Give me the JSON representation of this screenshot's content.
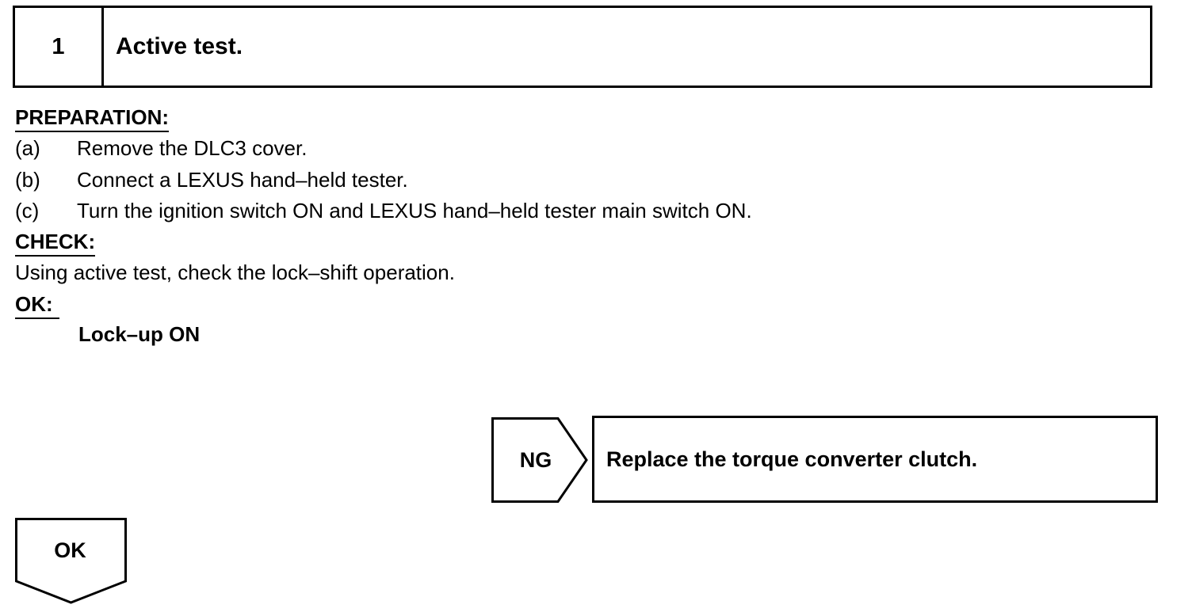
{
  "step": {
    "number": "1",
    "title": "Active test."
  },
  "preparation": {
    "heading": "PREPARATION:",
    "items": [
      {
        "marker": "(a)",
        "text": "Remove the DLC3 cover."
      },
      {
        "marker": "(b)",
        "text": "Connect a LEXUS hand–held tester."
      },
      {
        "marker": "(c)",
        "text": "Turn the ignition switch ON and LEXUS hand–held tester main switch ON."
      }
    ]
  },
  "check": {
    "heading": "CHECK:",
    "text": "Using active test, check the lock–shift operation."
  },
  "ok_spec": {
    "heading": "OK:",
    "value": "Lock–up ON"
  },
  "flow": {
    "ng_label": "NG",
    "ng_action": "Replace the torque converter clutch.",
    "ok_label": "OK"
  }
}
